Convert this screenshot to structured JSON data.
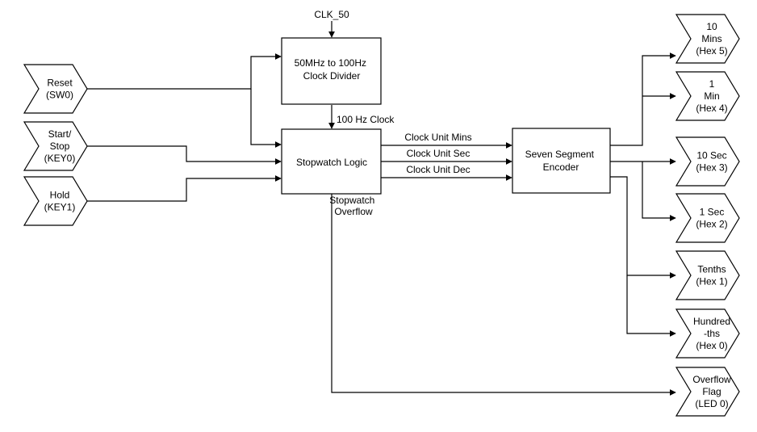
{
  "diagram": {
    "clock_input": "CLK_50",
    "clock_divider": [
      "50MHz to 100Hz",
      "Clock Divider"
    ],
    "hundred_hz_clock_label": "100 Hz Clock",
    "stopwatch_logic": [
      "Stopwatch Logic"
    ],
    "seven_segment_encoder": [
      "Seven Segment",
      "Encoder"
    ],
    "wires": {
      "clock_unit_mins": "Clock Unit Mins",
      "clock_unit_sec": "Clock Unit Sec",
      "clock_unit_dec": "Clock Unit Dec",
      "stopwatch_overflow": [
        "Stopwatch",
        "Overflow"
      ]
    },
    "inputs": [
      {
        "id": "reset",
        "lines": [
          "Reset",
          "(SW0)"
        ]
      },
      {
        "id": "start-stop",
        "lines": [
          "Start/",
          "Stop",
          "(KEY0)"
        ]
      },
      {
        "id": "hold",
        "lines": [
          "Hold",
          "(KEY1)"
        ]
      }
    ],
    "outputs": [
      {
        "id": "hex5",
        "lines": [
          "10",
          "Mins",
          "(Hex 5)"
        ]
      },
      {
        "id": "hex4",
        "lines": [
          "1",
          "Min",
          "(Hex 4)"
        ]
      },
      {
        "id": "hex3",
        "lines": [
          "10 Sec",
          "(Hex 3)"
        ]
      },
      {
        "id": "hex2",
        "lines": [
          "1 Sec",
          "(Hex 2)"
        ]
      },
      {
        "id": "hex1",
        "lines": [
          "Tenths",
          "(Hex 1)"
        ]
      },
      {
        "id": "hex0",
        "lines": [
          "Hundred",
          "-ths",
          "(Hex 0)"
        ]
      },
      {
        "id": "led0",
        "lines": [
          "Overflow",
          "Flag",
          "(LED 0)"
        ]
      }
    ]
  }
}
